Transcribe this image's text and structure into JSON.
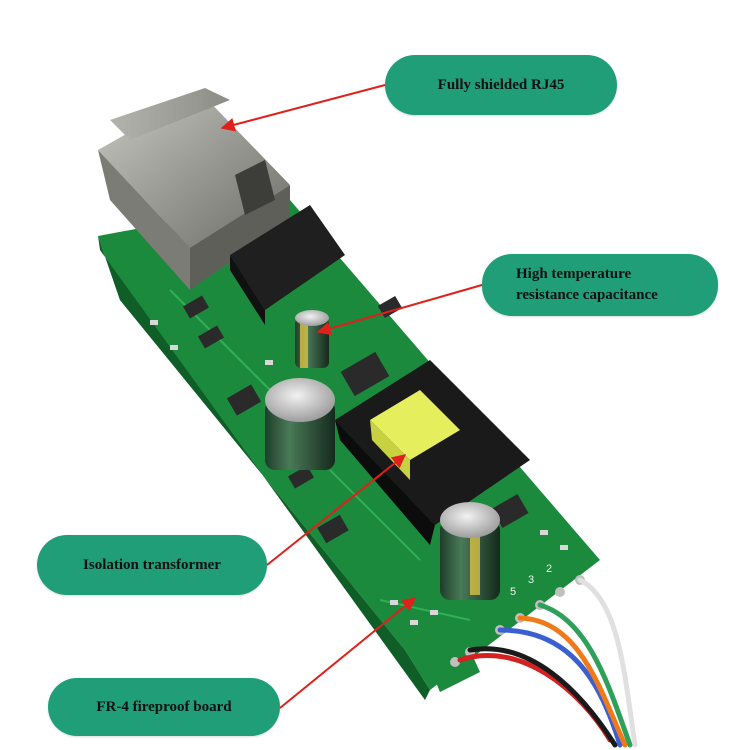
{
  "callouts": {
    "rj45": "Fully shielded RJ45",
    "capacitor_line1": "High temperature",
    "capacitor_line2": "resistance capacitance",
    "transformer": "Isolation transformer",
    "board": "FR-4 fireproof board"
  },
  "colors": {
    "callout_fill": "#1f9e78",
    "arrow": "#e0201b",
    "pcb": "#1c8a3c"
  },
  "silkscreen": {
    "pin_labels": [
      "5",
      "3",
      "2"
    ]
  }
}
